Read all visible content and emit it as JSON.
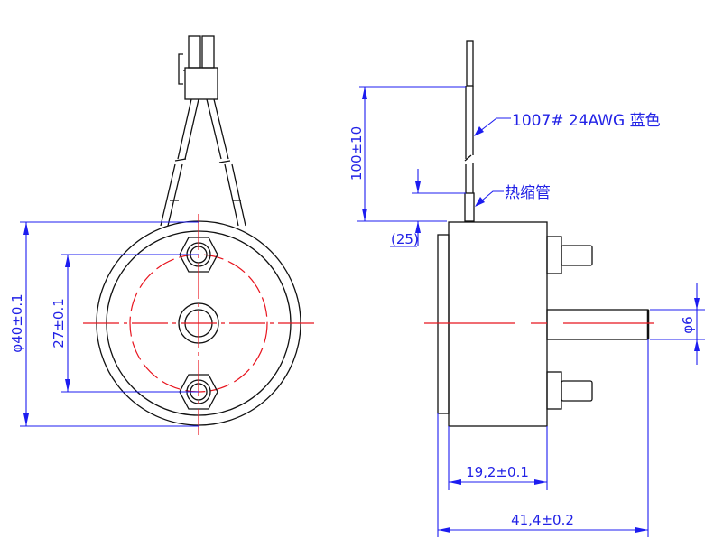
{
  "drawing": {
    "front_view": {
      "diameter_dim": "φ40±0.1",
      "hole_spacing_dim": "27±0.1"
    },
    "side_view": {
      "wire_length_dim": "100±10",
      "sleeve_length_dim": "(25)",
      "wire_label": "1007# 24AWG 蓝色",
      "sleeve_label": "热缩管",
      "shaft_diameter_dim": "φ6",
      "body_length_dim": "19,2±0.1",
      "total_length_dim": "41,4±0.2"
    },
    "colors": {
      "outline": "#111111",
      "centerline": "#e8141e",
      "dimension": "#1c1cf0"
    }
  }
}
